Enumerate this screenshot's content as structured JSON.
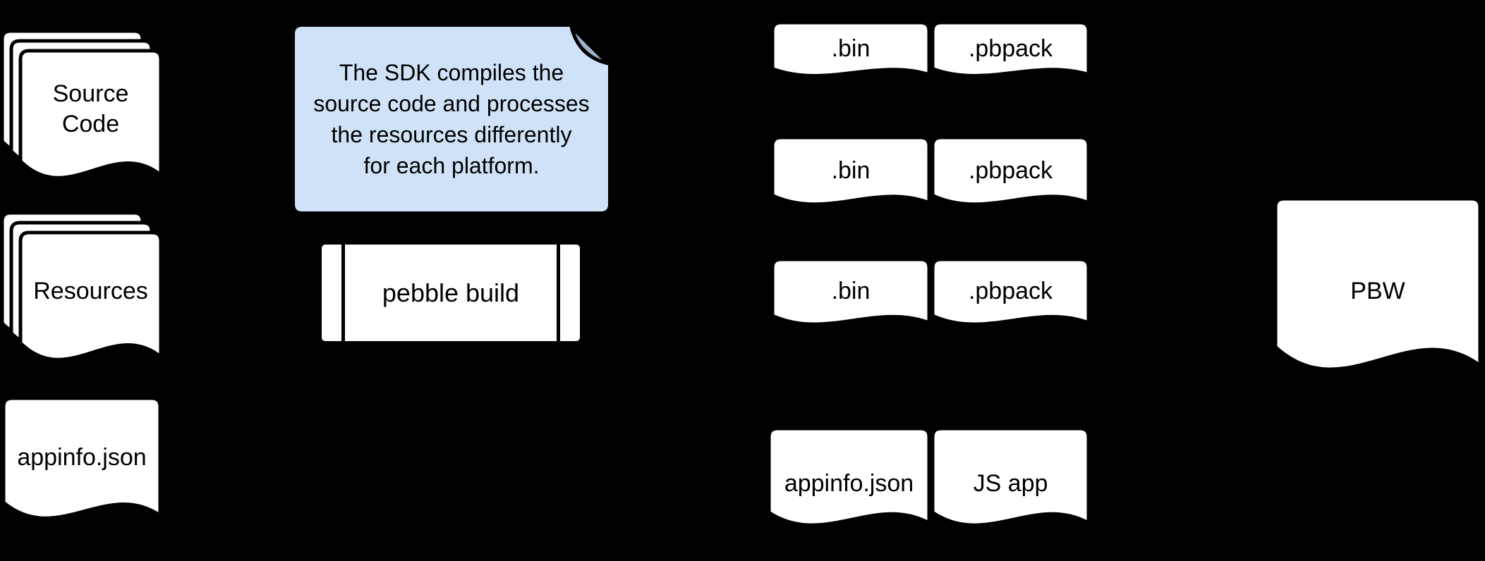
{
  "diagram": {
    "colors": {
      "background": "#000000",
      "doc_fill": "#ffffff",
      "doc_stroke": "#000000",
      "text": "#000000",
      "note_fill": "#cfe2f7",
      "note_fold_fill": "#9fb2ca"
    },
    "sources": {
      "source_code_label": "Source\nCode",
      "resources_label": "Resources",
      "appinfo_label": "appinfo.json"
    },
    "note": {
      "lines": [
        "The SDK compiles the",
        "source code and processes",
        "the resources differently",
        "for each platform."
      ]
    },
    "process": {
      "label": "pebble build"
    },
    "outputs": {
      "row1": {
        "bin": ".bin",
        "pbpack": ".pbpack"
      },
      "row2": {
        "bin": ".bin",
        "pbpack": ".pbpack"
      },
      "row3": {
        "bin": ".bin",
        "pbpack": ".pbpack"
      },
      "row4": {
        "appinfo": "appinfo.json",
        "jsapp": "JS app"
      }
    },
    "result": {
      "label": "PBW"
    }
  }
}
